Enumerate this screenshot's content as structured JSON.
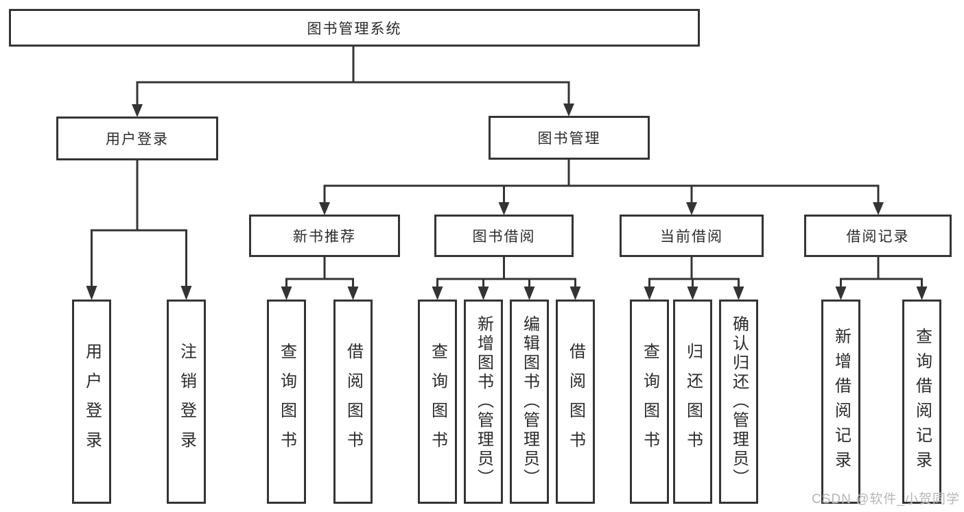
{
  "diagram": {
    "type": "hierarchy-diagram",
    "root": {
      "label": "图书管理系统"
    },
    "level2": [
      {
        "label": "用户登录"
      },
      {
        "label": "图书管理"
      }
    ],
    "level3": [
      {
        "label": "新书推荐"
      },
      {
        "label": "图书借阅"
      },
      {
        "label": "当前借阅"
      },
      {
        "label": "借阅记录"
      }
    ],
    "leaves": {
      "user_login": [
        "用户登录",
        "注销登录"
      ],
      "new_book": [
        "查询图书",
        "借阅图书"
      ],
      "book_borrow": [
        "查询图书",
        "新增图书（管理员）",
        "编辑图书（管理员）",
        "借阅图书"
      ],
      "current_borrow": [
        "查询图书",
        "归还图书",
        "确认归还（管理员）"
      ],
      "borrow_record": [
        "新增借阅记录",
        "查询借阅记录"
      ]
    }
  },
  "colors": {
    "line": "#343434",
    "box_border": "#343434",
    "text": "#2b2b2b",
    "background": "#ffffff",
    "watermark": "#b6b6b6"
  },
  "watermark": {
    "text": "CSDN @软件_小贺同学"
  }
}
